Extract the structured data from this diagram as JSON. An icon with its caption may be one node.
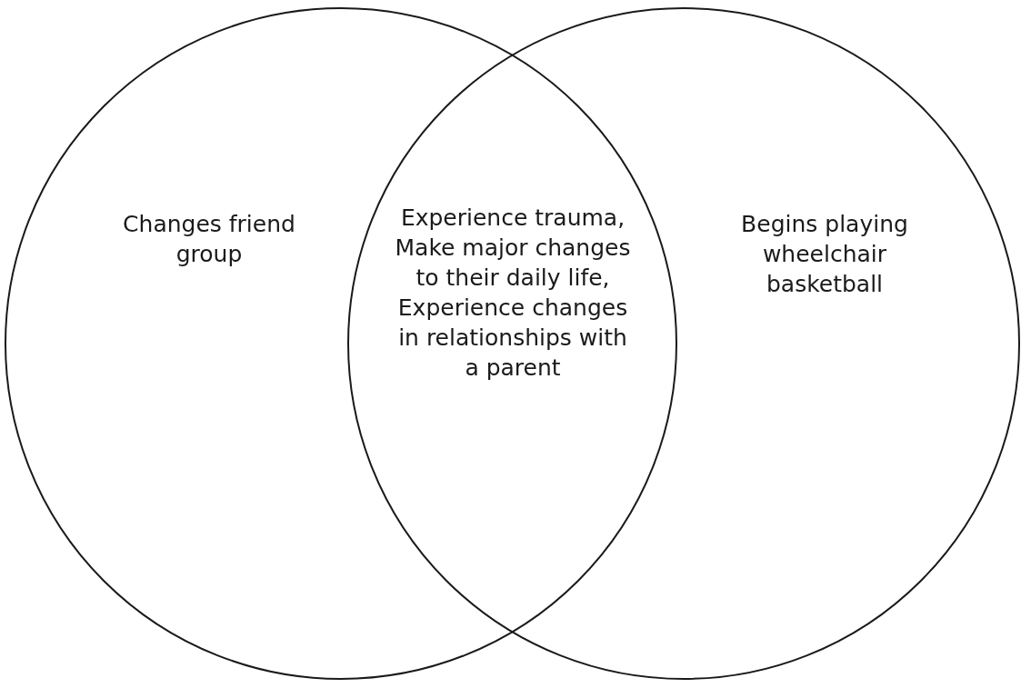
{
  "diagram": {
    "nodes": [
      {
        "text": [
          "Changes friend group"
        ]
      },
      {
        "text": [
          "Experience trauma, Make major changes to their daily life, Experience changes in relationships with a parent"
        ]
      },
      {
        "text": [
          "Begins playing wheelchair basketball"
        ]
      }
    ]
  }
}
